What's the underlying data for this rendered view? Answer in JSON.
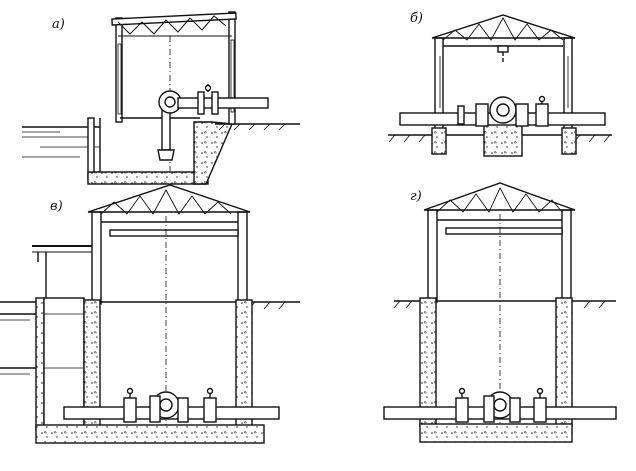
{
  "panels": [
    {
      "id": "a",
      "label": "а)"
    },
    {
      "id": "b",
      "label": "б)"
    },
    {
      "id": "v",
      "label": "в)"
    },
    {
      "id": "g",
      "label": "г)"
    }
  ],
  "colors": {
    "ink": "#111111",
    "fill": "#ffffff"
  }
}
